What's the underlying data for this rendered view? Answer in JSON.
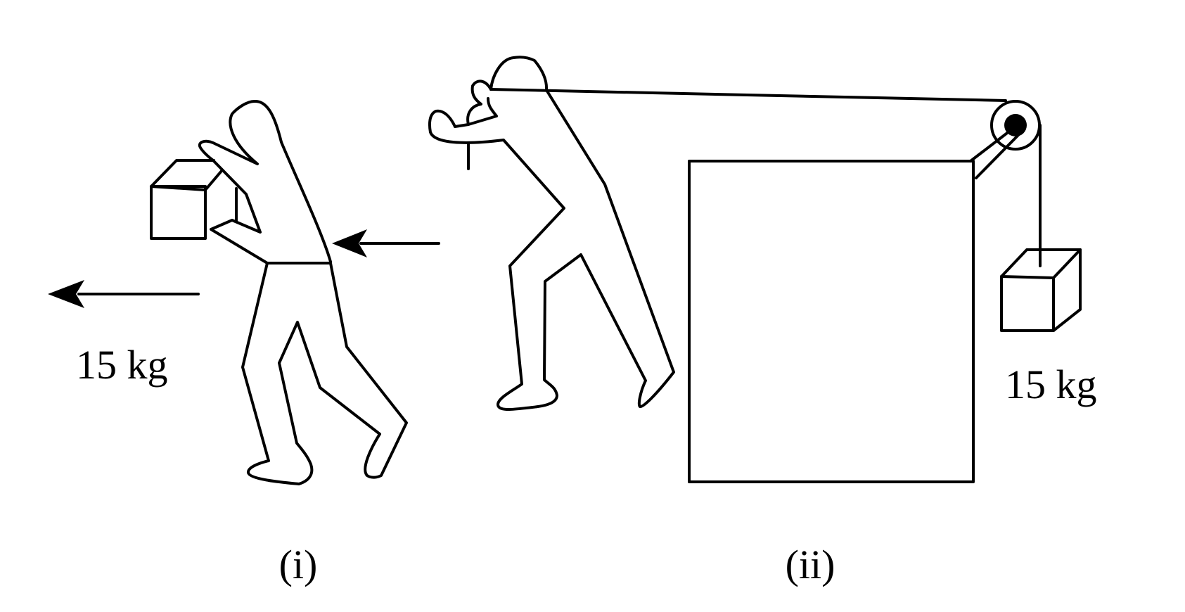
{
  "figure": {
    "left_panel": {
      "caption": "(i)",
      "mass_label": "15 kg"
    },
    "right_panel": {
      "caption": "(ii)",
      "mass_label": "15 kg"
    },
    "colors": {
      "ink": "#000000",
      "background": "#ffffff"
    }
  }
}
